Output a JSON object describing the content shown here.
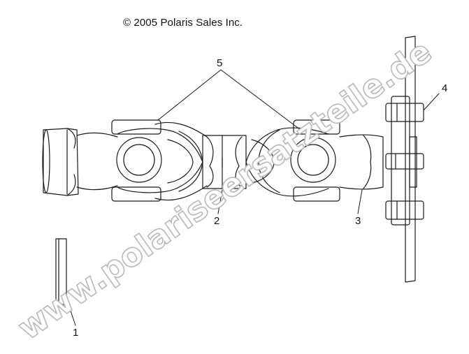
{
  "copyright": "© 2005 Polaris Sales Inc.",
  "callouts": {
    "c1": "1",
    "c2": "2",
    "c3": "3",
    "c4": "4",
    "c5": "5"
  },
  "watermark": "www.polariseersatzteile.de",
  "colors": {
    "line": "#1a1a1a",
    "watermark_fill": "#ffffff",
    "watermark_stroke": "#b8b8b8"
  }
}
